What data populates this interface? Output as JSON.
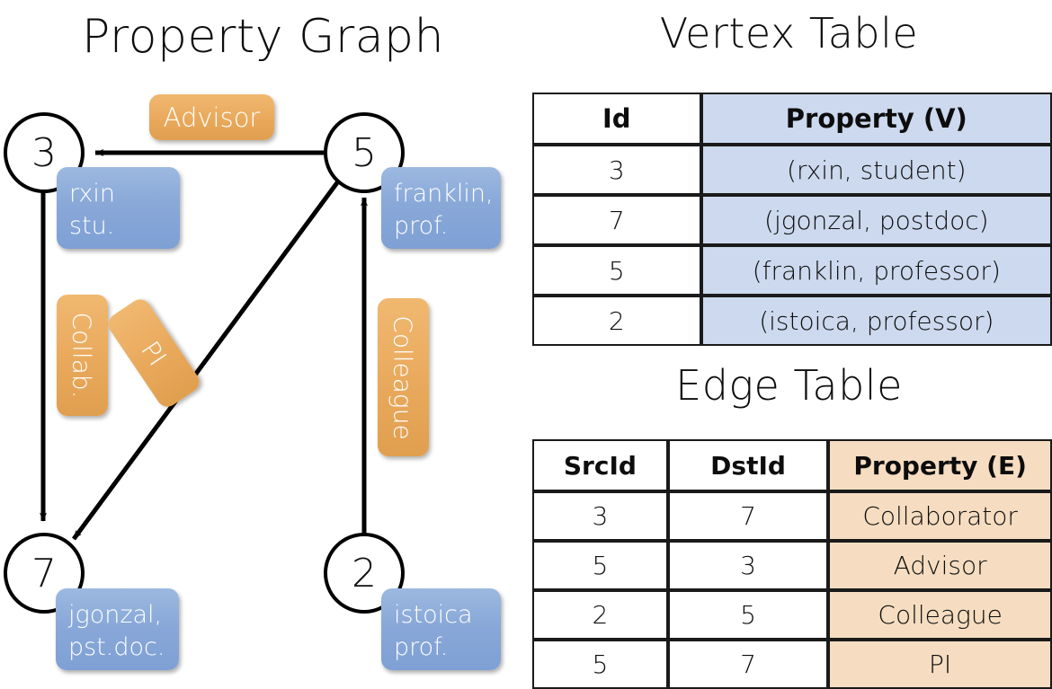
{
  "titles": {
    "property_graph": "Property Graph",
    "vertex_table": "Vertex Table",
    "edge_table": "Edge Table"
  },
  "graph": {
    "nodes": [
      {
        "id": "3",
        "property_line1": "rxin",
        "property_line2": "stu."
      },
      {
        "id": "5",
        "property_line1": "franklin,",
        "property_line2": "prof."
      },
      {
        "id": "7",
        "property_line1": "jgonzal,",
        "property_line2": "pst.doc."
      },
      {
        "id": "2",
        "property_line1": "istoica",
        "property_line2": "prof."
      }
    ],
    "edge_labels": [
      {
        "label": "Advisor",
        "orientation": "horizontal"
      },
      {
        "label": "Collab.",
        "orientation": "vertical"
      },
      {
        "label": "PI",
        "orientation": "diagonal"
      },
      {
        "label": "Colleague",
        "orientation": "vertical"
      }
    ]
  },
  "vertex_table": {
    "headers": [
      "Id",
      "Property (V)"
    ],
    "rows": [
      {
        "id": "3",
        "property": "(rxin, student)"
      },
      {
        "id": "7",
        "property": "(jgonzal, postdoc)"
      },
      {
        "id": "5",
        "property": "(franklin, professor)"
      },
      {
        "id": "2",
        "property": "(istoica, professor)"
      }
    ]
  },
  "edge_table": {
    "headers": [
      "SrcId",
      "DstId",
      "Property (E)"
    ],
    "rows": [
      {
        "src": "3",
        "dst": "7",
        "property": "Collaborator"
      },
      {
        "src": "5",
        "dst": "3",
        "property": "Advisor"
      },
      {
        "src": "2",
        "dst": "5",
        "property": "Colleague"
      },
      {
        "src": "5",
        "dst": "7",
        "property": "PI"
      }
    ]
  },
  "colors": {
    "vertex_property_fill": "#ccd9ee",
    "edge_property_fill": "#f6ddc1",
    "node_box_blue": "#89a8d8",
    "edge_label_orange": "#e9a95c",
    "stroke": "#000000",
    "background": "#ffffff"
  }
}
